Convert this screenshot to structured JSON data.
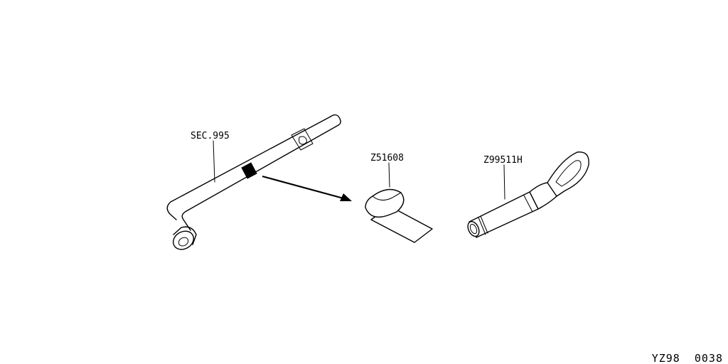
{
  "labels": {
    "wrench": "SEC.995",
    "tape": "Z51608",
    "hook": "Z99511H"
  },
  "figure_code": "YZ98  0038"
}
